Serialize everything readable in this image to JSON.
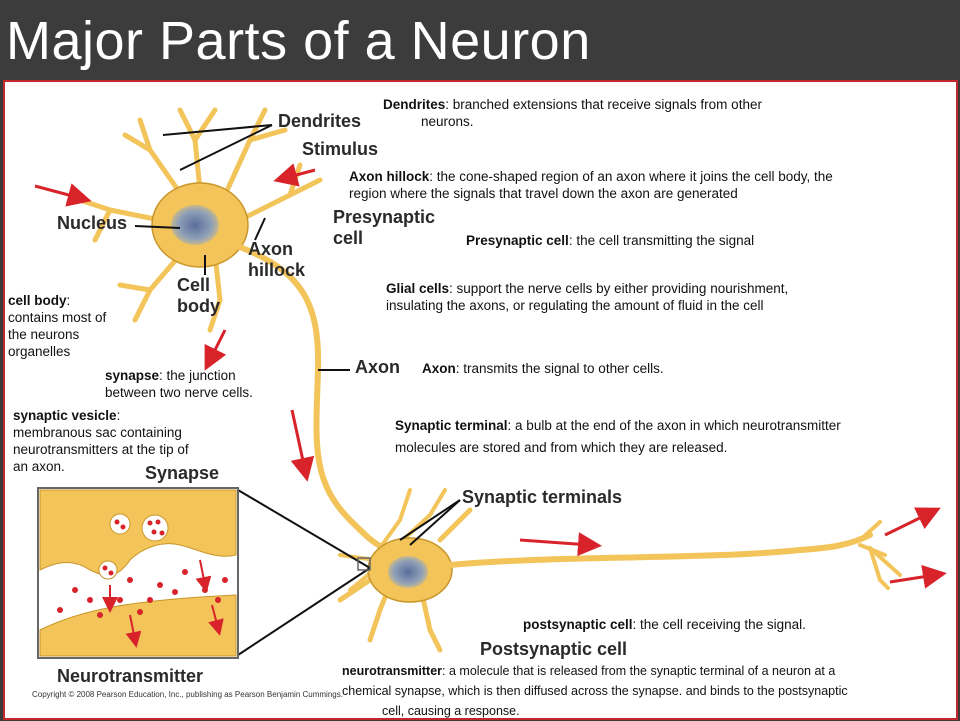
{
  "title": "Major Parts of a Neuron",
  "labels": {
    "dendrites": "Dendrites",
    "stimulus": "Stimulus",
    "nucleus": "Nucleus",
    "axon_hillock_1": "Axon",
    "axon_hillock_2": "hillock",
    "cell_body_1": "Cell",
    "cell_body_2": "body",
    "presynaptic_1": "Presynaptic",
    "presynaptic_2": "cell",
    "axon": "Axon",
    "synapse": "Synapse",
    "synaptic_terminals": "Synaptic terminals",
    "postsynaptic": "Postsynaptic cell",
    "neurotransmitter": "Neurotransmitter"
  },
  "notes": {
    "dendrites": {
      "term": "Dendrites",
      "text": ": branched extensions that receive signals from other",
      "text2": "neurons."
    },
    "axon_hillock": {
      "term": "Axon hillock",
      "text": ": the cone-shaped region of an axon where it joins the cell body, the",
      "text2": "region where the signals that travel down the axon are generated"
    },
    "presynaptic": {
      "term": "Presynaptic cell",
      "text": ": the cell transmitting the signal"
    },
    "glial": {
      "term": "Glial cells",
      "text": ": support the nerve cells by either providing nourishment,",
      "text2": "insulating the axons, or regulating the amount of fluid in the cell"
    },
    "axon": {
      "term": "Axon",
      "text": ": transmits the signal to other cells."
    },
    "synaptic_terminal": {
      "term": "Synaptic terminal",
      "text": ": a bulb at the end of the axon in which neurotransmitter",
      "text2": "molecules are stored and from which they are released."
    },
    "cell_body": {
      "term": "cell body",
      "text": ":",
      "text2": "contains most of",
      "text3": "the neurons",
      "text4": "organelles"
    },
    "synapse": {
      "term": "synapse",
      "text": ": the junction",
      "text2": "between two nerve cells."
    },
    "synaptic_vesicle": {
      "term": "synaptic vesicle",
      "text": ":",
      "text2": "membranous sac containing",
      "text3": "neurotransmitters at the tip of",
      "text4": "an axon."
    },
    "postsynaptic": {
      "term": "postsynaptic cell",
      "text": ": the cell receiving the signal."
    },
    "neurotransmitter": {
      "term": "neurotransmitter",
      "text": ": a molecule that is released from the synaptic terminal of a neuron at a",
      "text2": "chemical synapse, which is then diffused across the synapse. and binds to the postsynaptic",
      "text3": "cell, causing a response."
    }
  },
  "copyright": "Copyright © 2008 Pearson Education, Inc., publishing as Pearson Benjamin Cummings.",
  "colors": {
    "neuron": "#f2c45a",
    "neuron_edge": "#c9962a",
    "arrow": "#d8232a",
    "frame": "#c0282d",
    "title_bg": "#3c3c3c"
  }
}
